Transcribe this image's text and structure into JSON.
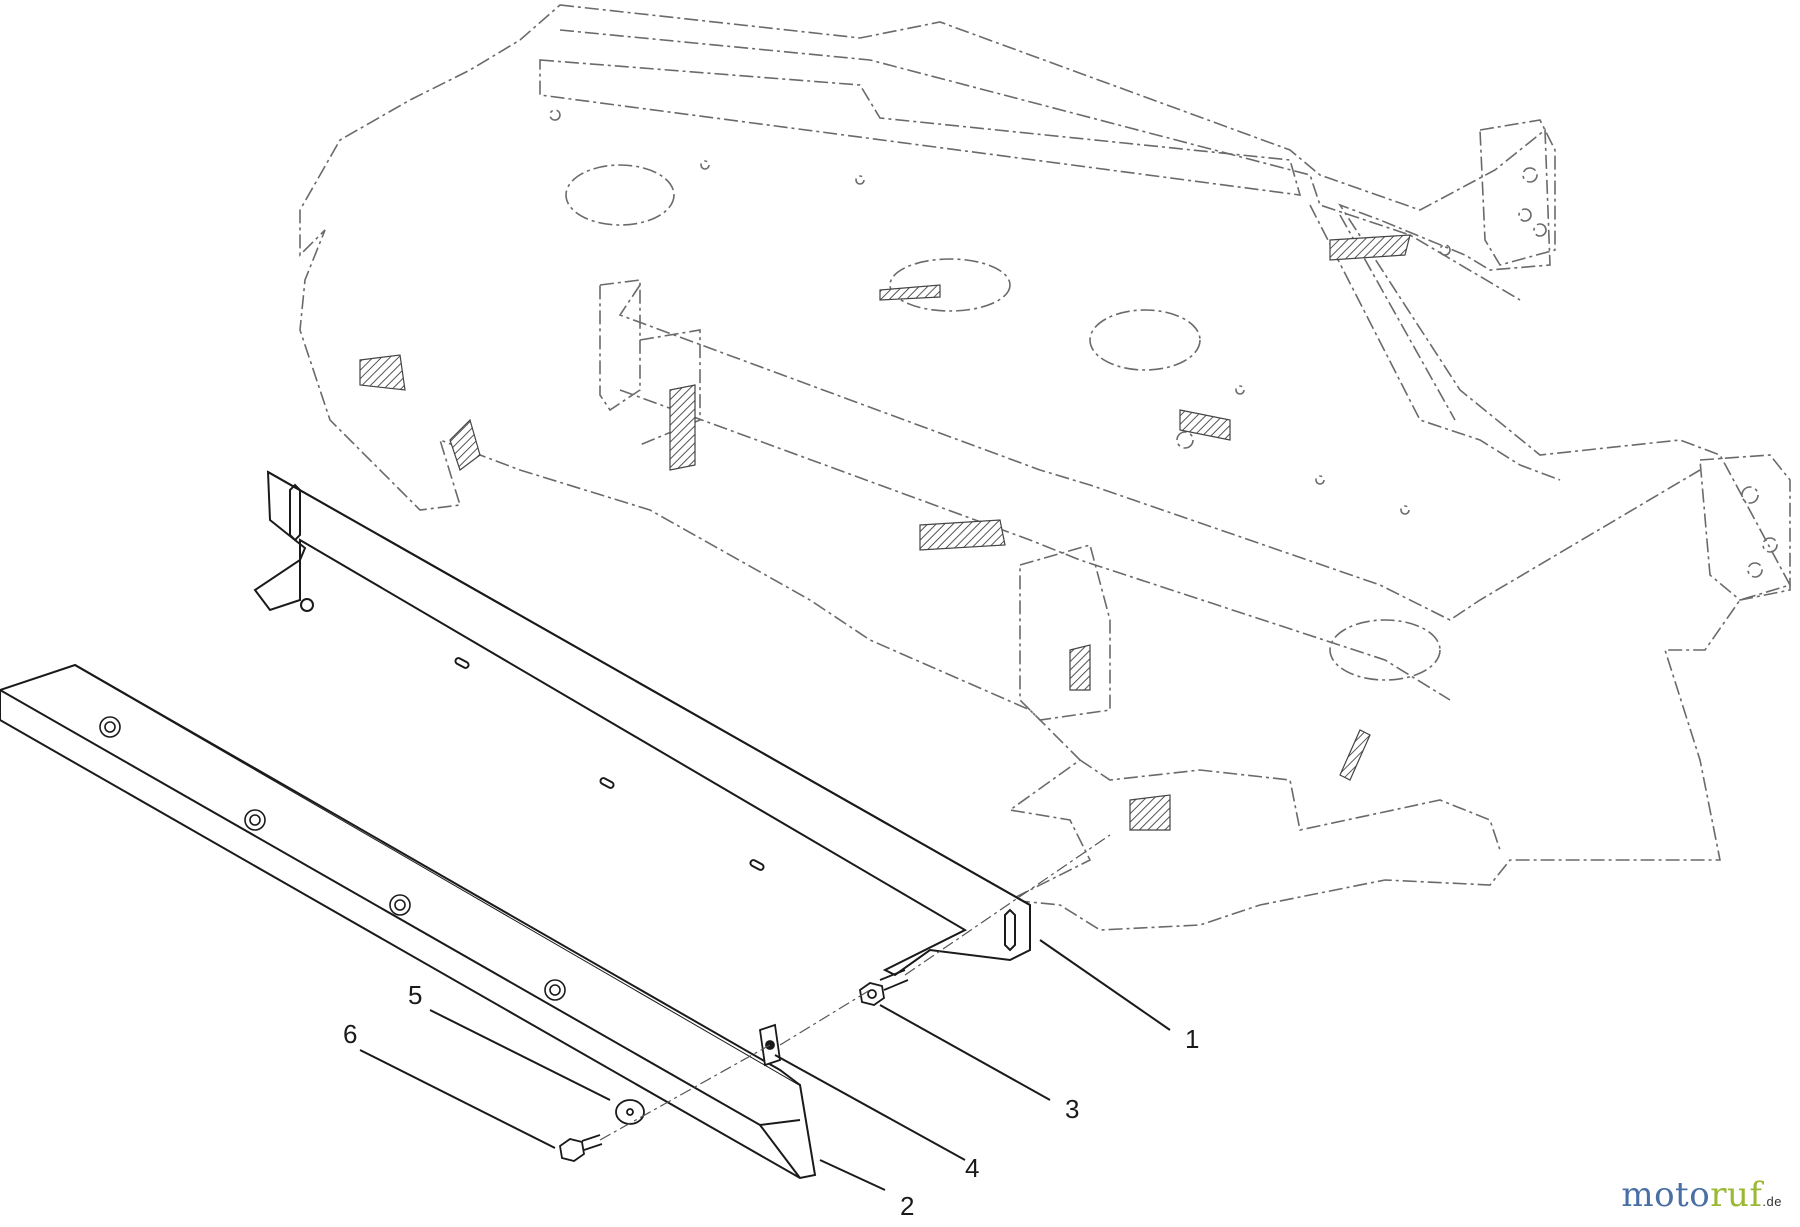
{
  "callouts": [
    {
      "id": "1",
      "label": "1"
    },
    {
      "id": "2",
      "label": "2"
    },
    {
      "id": "3",
      "label": "3"
    },
    {
      "id": "4",
      "label": "4"
    },
    {
      "id": "5",
      "label": "5"
    },
    {
      "id": "6",
      "label": "6"
    }
  ],
  "watermark": {
    "part_a": "moto",
    "part_b": "ruf",
    "suffix": ".de"
  }
}
